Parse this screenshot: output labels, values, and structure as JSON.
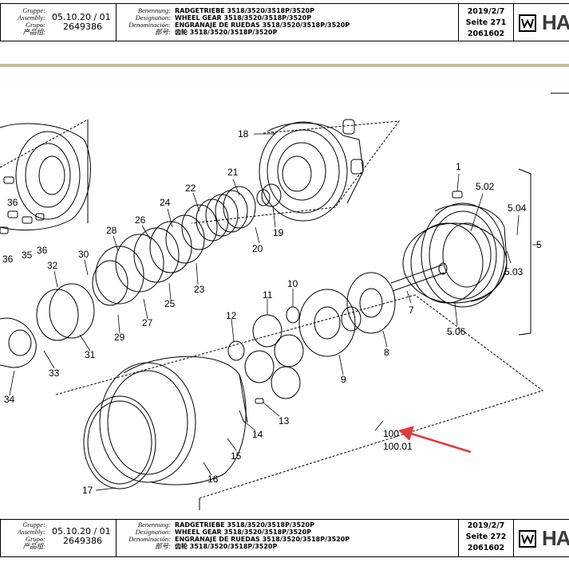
{
  "header": {
    "group_labels": [
      "Gruppe:",
      "Assembly:",
      "Grupo:",
      "产品组:"
    ],
    "assembly_value": "05.10.20 / 01",
    "group_value": "2649386",
    "name_labels": [
      "Benennung:",
      "Designation:",
      "Denominación:",
      "部号:"
    ],
    "name_values": [
      "RADGETRIEBE 3518/3520/3518P/3520P",
      "WHEEL GEAR 3518/3520/3518P/3520P",
      "ENGRANAJE DE RUEDAS 3518/3520/3518P/3520P",
      "齿轮 3518/3520/3518P/3520P"
    ],
    "date": "2019/2/7",
    "page": "Seite 271",
    "doc_number": "2061602",
    "logo_text": "HA"
  },
  "footer": {
    "group_labels": [
      "Gruppe:",
      "Assembly:",
      "Grupo:",
      "产品组:"
    ],
    "assembly_value": "05.10.20 / 01",
    "group_value": "2649386",
    "name_labels": [
      "Benennung:",
      "Designation:",
      "Denominación:",
      "部号:"
    ],
    "name_values": [
      "RADGETRIEBE 3518/3520/3518P/3520P",
      "WHEEL GEAR 3518/3520/3518P/3520P",
      "ENGRANAJE DE RUEDAS 3518/3520/3518P/3520P",
      "齿轮 3518/3520/3518P/3520P"
    ],
    "date": "2019/2/7",
    "page": "Seite 272",
    "doc_number": "2061602",
    "logo_text": "HA"
  },
  "callouts": {
    "c1": "1",
    "c5": "5",
    "c5_02": "5.02",
    "c5_03": "5.03",
    "c5_04": "5.04",
    "c5_06": "5.06",
    "c7": "7",
    "c8": "8",
    "c9": "9",
    "c10": "10",
    "c11": "11",
    "c12": "12",
    "c13": "13",
    "c14": "14",
    "c15": "15",
    "c16": "16",
    "c17": "17",
    "c18": "18",
    "c19": "19",
    "c20": "20",
    "c21": "21",
    "c22": "22",
    "c23": "23",
    "c24": "24",
    "c25": "25",
    "c26": "26",
    "c27": "27",
    "c28": "28",
    "c29": "29",
    "c30": "30",
    "c31": "31",
    "c32": "32",
    "c33": "33",
    "c34": "34",
    "c35": "35",
    "c36a": "36",
    "c36b": "36",
    "c36c": "36",
    "c100": "100",
    "c100_01": "100.01"
  },
  "colors": {
    "accent_arrow": "#e03a3a",
    "rule": "#c7bc9b"
  }
}
